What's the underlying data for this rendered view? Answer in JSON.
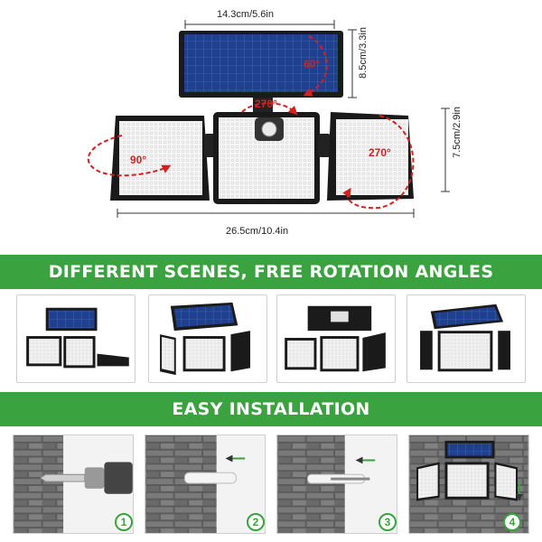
{
  "dimensions": {
    "panel_width": "14.3cm/5.6in",
    "panel_height": "8.5cm/3.3in",
    "light_height": "7.5cm/2.9in",
    "total_width": "26.5cm/10.4in"
  },
  "angles": {
    "panel_tilt": "60°",
    "panel_rotate": "270°",
    "left_head": "90°",
    "right_head": "270°"
  },
  "banners": {
    "scenes": "DIFFERENT SCENES, FREE ROTATION ANGLES",
    "install": "EASY INSTALLATION"
  },
  "steps": [
    {
      "number": "1"
    },
    {
      "number": "2"
    },
    {
      "number": "3"
    },
    {
      "number": "4"
    }
  ],
  "colors": {
    "accent_green": "#3aa23f",
    "angle_red": "#d32020",
    "panel_blue": "#1f3f8f"
  }
}
